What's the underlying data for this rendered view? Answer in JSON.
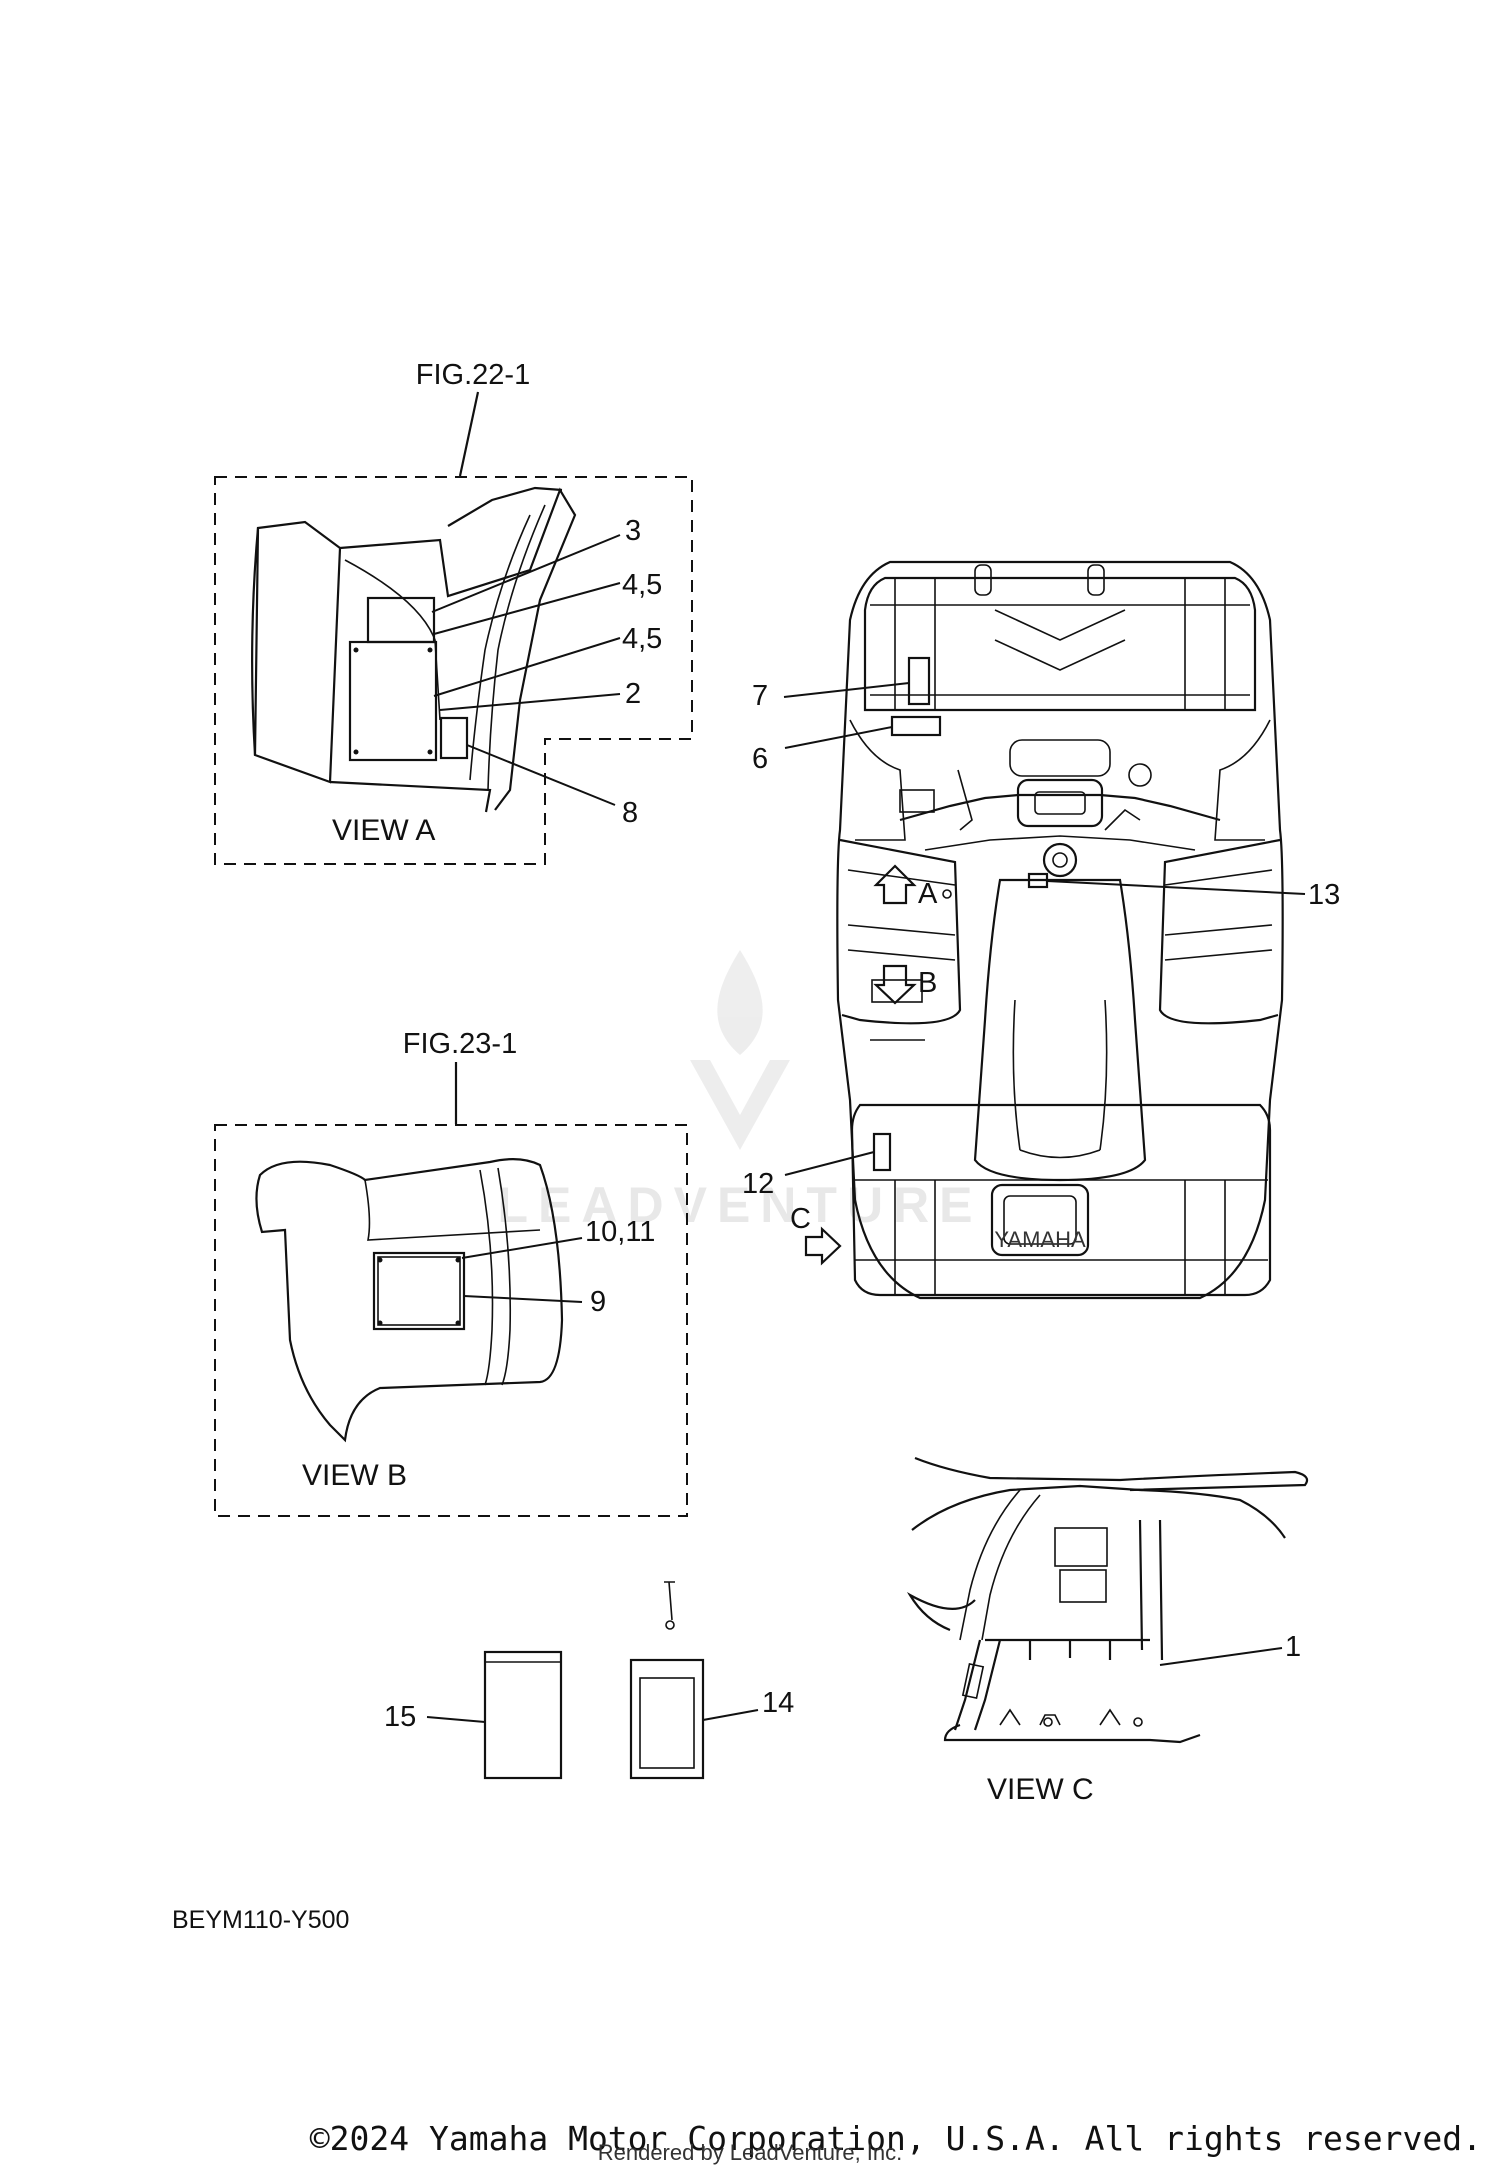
{
  "figure_refs": {
    "fig22": "FIG.22-1",
    "fig23": "FIG.23-1"
  },
  "views": {
    "a": "VIEW A",
    "b": "VIEW B",
    "c": "VIEW C"
  },
  "callouts": {
    "n1": "1",
    "n2": "2",
    "n3": "3",
    "n45a": "4,5",
    "n45b": "4,5",
    "n6": "6",
    "n7": "7",
    "n8": "8",
    "n9": "9",
    "n1011": "10,11",
    "n12": "12",
    "n13": "13",
    "n14": "14",
    "n15": "15"
  },
  "view_markers": {
    "a": "A",
    "b": "B",
    "c": "C"
  },
  "brand_plate": "YAMAHA",
  "diagram_code": "BEYM110-Y500",
  "copyright": "©2024 Yamaha Motor Corporation, U.S.A. All rights reserved.",
  "rendered_by": "Rendered by LeadVenture, Inc.",
  "watermark": "LEADVENTURE"
}
